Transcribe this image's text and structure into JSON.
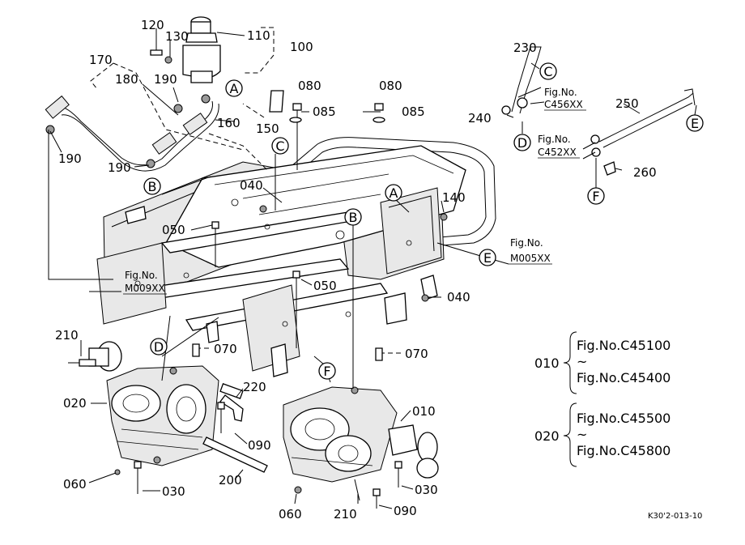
{
  "callouts": [
    {
      "id": "c110",
      "text": "110"
    },
    {
      "id": "c120",
      "text": "120"
    },
    {
      "id": "c130",
      "text": "130"
    },
    {
      "id": "c100",
      "text": "100"
    },
    {
      "id": "c170",
      "text": "170"
    },
    {
      "id": "c180",
      "text": "180"
    },
    {
      "id": "c190a",
      "text": "190"
    },
    {
      "id": "c160",
      "text": "160"
    },
    {
      "id": "c190b",
      "text": "190"
    },
    {
      "id": "c190c",
      "text": "190"
    },
    {
      "id": "c150",
      "text": "150"
    },
    {
      "id": "c080a",
      "text": "080"
    },
    {
      "id": "c085a",
      "text": "085"
    },
    {
      "id": "c080b",
      "text": "080"
    },
    {
      "id": "c085b",
      "text": "085"
    },
    {
      "id": "c040a",
      "text": "040"
    },
    {
      "id": "c050a",
      "text": "050"
    },
    {
      "id": "c140",
      "text": "140"
    },
    {
      "id": "c050b",
      "text": "050"
    },
    {
      "id": "c040b",
      "text": "040"
    },
    {
      "id": "c210a",
      "text": "210"
    },
    {
      "id": "c070a",
      "text": "070"
    },
    {
      "id": "c070b",
      "text": "070"
    },
    {
      "id": "c020",
      "text": "020"
    },
    {
      "id": "c220",
      "text": "220"
    },
    {
      "id": "c090a",
      "text": "090"
    },
    {
      "id": "c010",
      "text": "010"
    },
    {
      "id": "c060a",
      "text": "060"
    },
    {
      "id": "c030a",
      "text": "030"
    },
    {
      "id": "c200",
      "text": "200"
    },
    {
      "id": "c030b",
      "text": "030"
    },
    {
      "id": "c060b",
      "text": "060"
    },
    {
      "id": "c210b",
      "text": "210"
    },
    {
      "id": "c090b",
      "text": "090"
    },
    {
      "id": "c230",
      "text": "230"
    },
    {
      "id": "c240",
      "text": "240"
    },
    {
      "id": "c250",
      "text": "250"
    },
    {
      "id": "c260",
      "text": "260"
    }
  ],
  "circle_markers": [
    {
      "id": "mA1",
      "letter": "A"
    },
    {
      "id": "mA2",
      "letter": "A"
    },
    {
      "id": "mB1",
      "letter": "B"
    },
    {
      "id": "mB2",
      "letter": "B"
    },
    {
      "id": "mC1",
      "letter": "C"
    },
    {
      "id": "mC2",
      "letter": "C"
    },
    {
      "id": "mD1",
      "letter": "D"
    },
    {
      "id": "mD2",
      "letter": "D"
    },
    {
      "id": "mE1",
      "letter": "E"
    },
    {
      "id": "mE2",
      "letter": "E"
    },
    {
      "id": "mF1",
      "letter": "F"
    },
    {
      "id": "mF2",
      "letter": "F"
    }
  ],
  "fig_refs": [
    {
      "id": "f456",
      "line1": "Fig.No.",
      "line2": "C456XX"
    },
    {
      "id": "f452",
      "line1": "Fig.No.",
      "line2": "C452XX"
    },
    {
      "id": "f005",
      "line1": "Fig.No.",
      "line2": "M005XX"
    },
    {
      "id": "f009",
      "line1": "Fig.No.",
      "line2": "M009XX"
    }
  ],
  "ranges": [
    {
      "code": "010",
      "from": "Fig.No.C45100",
      "tilde": "~",
      "to": "Fig.No.C45400"
    },
    {
      "code": "020",
      "from": "Fig.No.C45500",
      "tilde": "~",
      "to": "Fig.No.C45800"
    }
  ],
  "drawing_code": "K30'2-013-10"
}
